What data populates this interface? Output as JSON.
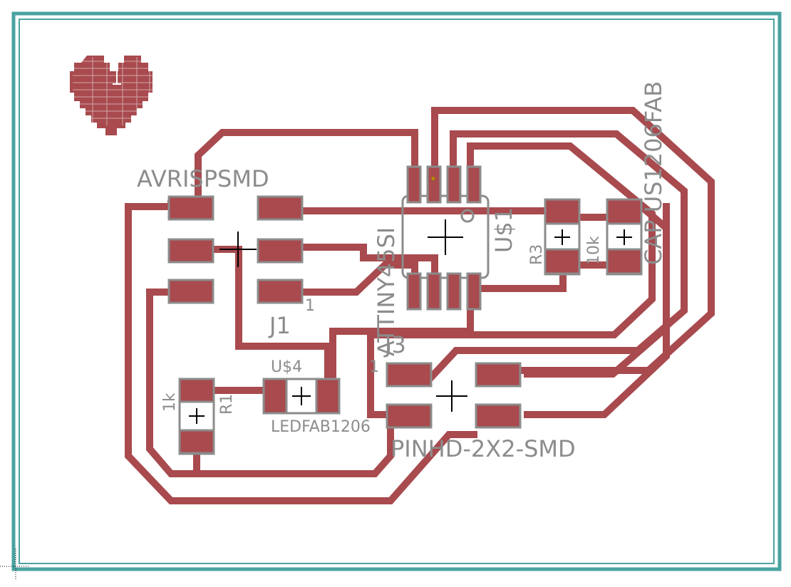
{
  "colors": {
    "trace": "#a84a4e",
    "board_outline": "#4aa3a0",
    "silk": "#8c8c8c",
    "background": "#ffffff"
  },
  "logo": {
    "icon": "heart-icon"
  },
  "labels": {
    "avrispsmd": "AVRISPSMD",
    "j1": "J1",
    "j1_pin": "1",
    "attiny": "ATTINY45SI",
    "attiny_pin": "1",
    "us1": "U$1",
    "r3": "R3",
    "r3_value": "10k",
    "cap": "CAP US1206FAB",
    "us4": "U$4",
    "led": "LEDFAB1206",
    "r1": "R1",
    "r1_value": "1k",
    "j3": "J3",
    "pinhd": "PINHD-2X2-SMD",
    "ic_dot": "•"
  }
}
